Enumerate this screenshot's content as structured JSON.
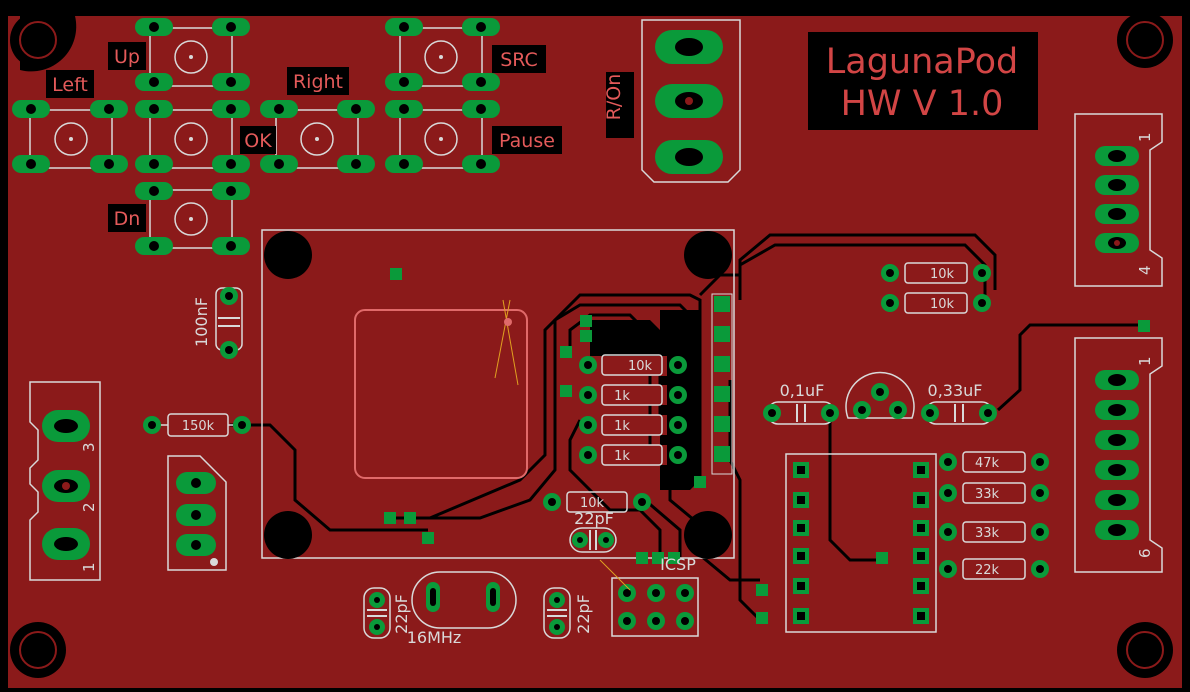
{
  "colors": {
    "background": "#000000",
    "board": "#8b1a1a",
    "copper": "#0a9a3a",
    "silkscreen": "#d9d9d9",
    "drill": "#000000",
    "label_text": "#e45a5a",
    "highlight_trace": "#e0a020"
  },
  "board": {
    "title_line1": "LagunaPod",
    "title_line2": "HW V 1.0"
  },
  "buttons": {
    "up": "Up",
    "left": "Left",
    "right": "Right",
    "ok": "OK",
    "dn": "Dn",
    "src": "SRC",
    "pause": "Pause"
  },
  "switch": {
    "label": "R/On"
  },
  "components": {
    "cap_100nf": "100nF",
    "res_150k": "150k",
    "res_10k_a": "10k",
    "res_10k_b": "10k",
    "res_10k_c": "10k",
    "res_10k_d": "10k",
    "res_1k_a": "1k",
    "res_1k_b": "1k",
    "res_1k_c": "1k",
    "cap_01uf": "0,1uF",
    "cap_033uf": "0,33uF",
    "res_47k": "47k",
    "res_33k_a": "33k",
    "res_33k_b": "33k",
    "res_22k": "22k",
    "cap_22pf_a": "22pF",
    "cap_22pf_b": "22pF",
    "cap_22pf_c": "22pF",
    "crystal": "16MHz",
    "icsp": "ICSP"
  },
  "connectors": {
    "left_pins": [
      "3",
      "2",
      "1"
    ],
    "right_top_pins": [
      "1",
      "4"
    ],
    "right_bottom_pins": [
      "1",
      "6"
    ]
  }
}
